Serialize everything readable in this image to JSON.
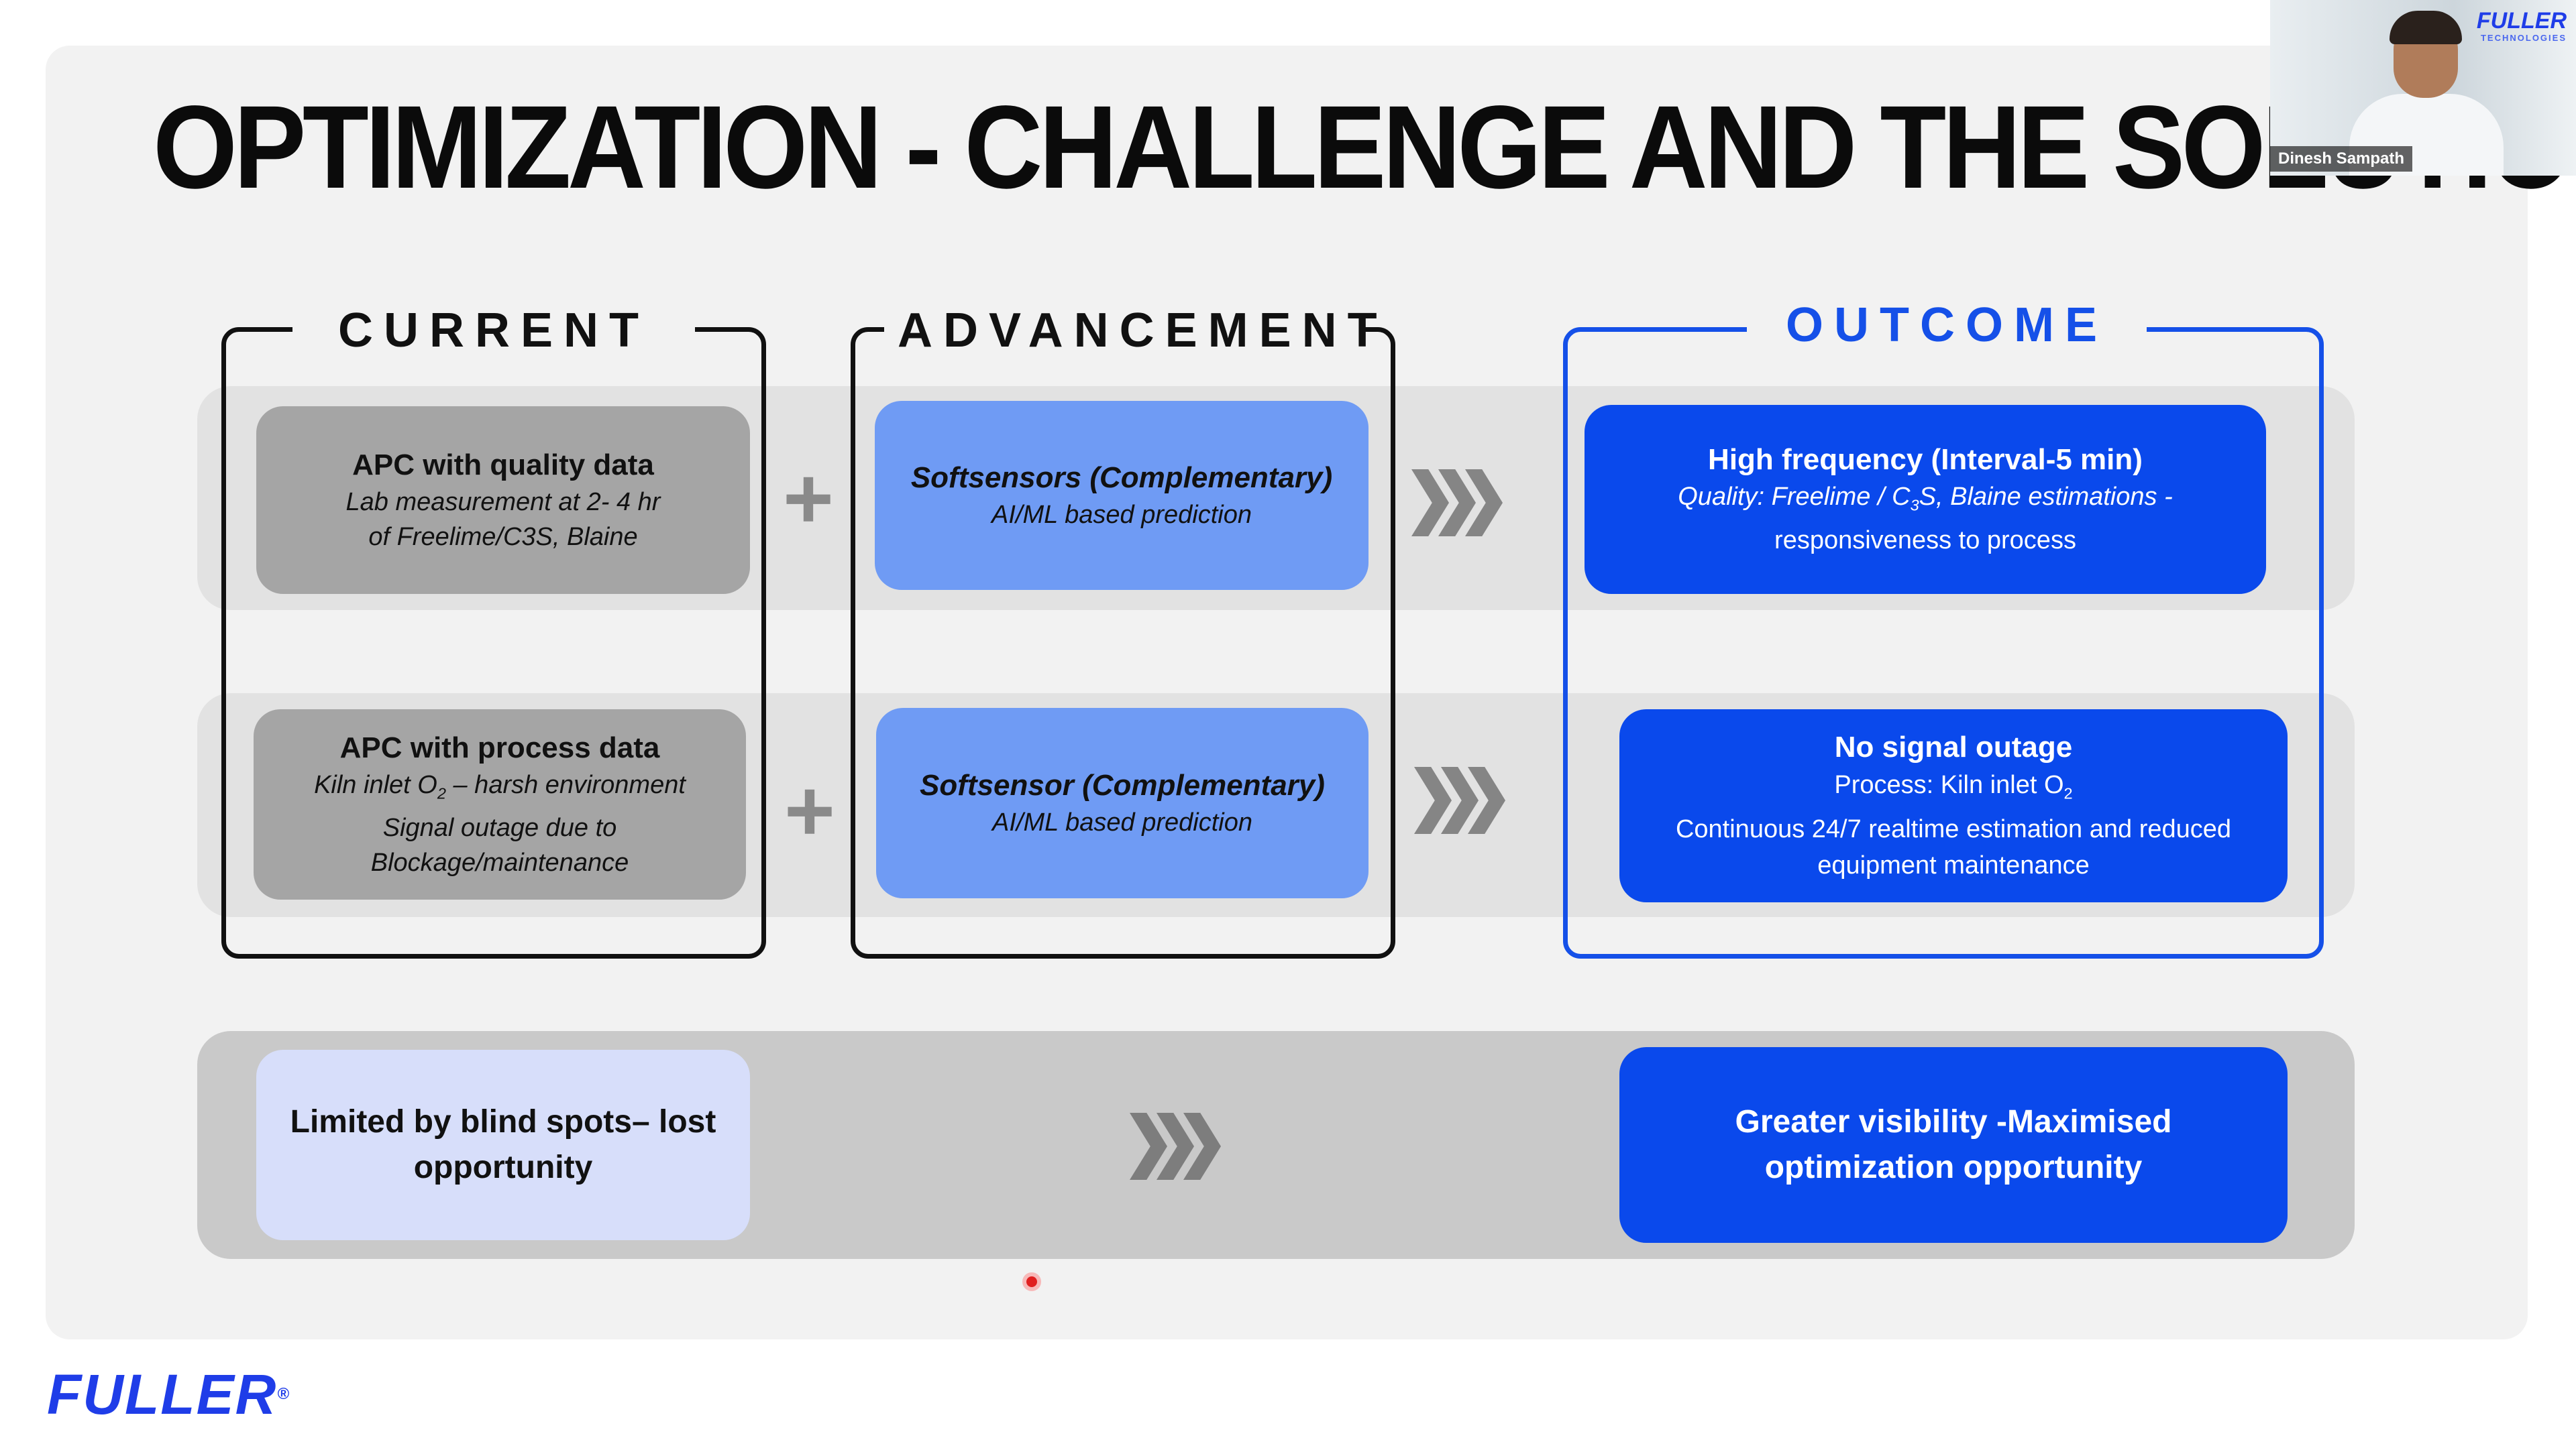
{
  "slide": {
    "title": "OPTIMIZATION - CHALLENGE AND THE SOLUTION",
    "columns": {
      "current": "CURRENT",
      "advancement": "ADVANCEMENT",
      "outcome": "OUTCOME"
    },
    "row1": {
      "current_title": "APC with quality data",
      "current_line1": "Lab measurement at 2- 4 hr",
      "current_line2": "of Freelime/C3S, Blaine",
      "plus": "+",
      "advancement_title": "Softsensors (Complementary)",
      "advancement_sub": "AI/ML based prediction",
      "outcome_title": "High frequency (Interval-5 min)",
      "outcome_line1_a": "Quality: Freelime / C",
      "outcome_line1_sub": "3",
      "outcome_line1_b": "S, Blaine estimations -",
      "outcome_line2": "responsiveness to process"
    },
    "row2": {
      "current_title": "APC with process data",
      "current_line1_a": "Kiln inlet O",
      "current_line1_sub": "2",
      "current_line1_b": " – harsh environment",
      "current_line2": "Signal outage due to",
      "current_line3": "Blockage/maintenance",
      "plus": "+",
      "advancement_title": "Softsensor (Complementary)",
      "advancement_sub": "AI/ML based prediction",
      "outcome_title": "No signal outage",
      "outcome_line1_a": "Process: Kiln inlet O",
      "outcome_line1_sub": "2",
      "outcome_line2": "Continuous 24/7 realtime estimation and reduced",
      "outcome_line3": "equipment maintenance"
    },
    "row3": {
      "current_line1": "Limited by blind spots– lost",
      "current_line2": "opportunity",
      "outcome_line1": "Greater visibility -Maximised",
      "outcome_line2": "optimization opportunity"
    },
    "logo": "FULLER",
    "logo_mark": "®"
  },
  "video": {
    "participant_name": "Dinesh Sampath",
    "brand": "FULLER",
    "brand_sub": "TECHNOLOGIES"
  },
  "colors": {
    "accent_blue": "#0a49ec",
    "light_blue": "#6f9bf4",
    "pale_blue": "#d7defa",
    "grey_card": "#a5a5a5",
    "logo_blue": "#1f3de8"
  },
  "icons": [
    "plus-icon",
    "chevrons-right-icon",
    "pointer-dot-icon"
  ]
}
